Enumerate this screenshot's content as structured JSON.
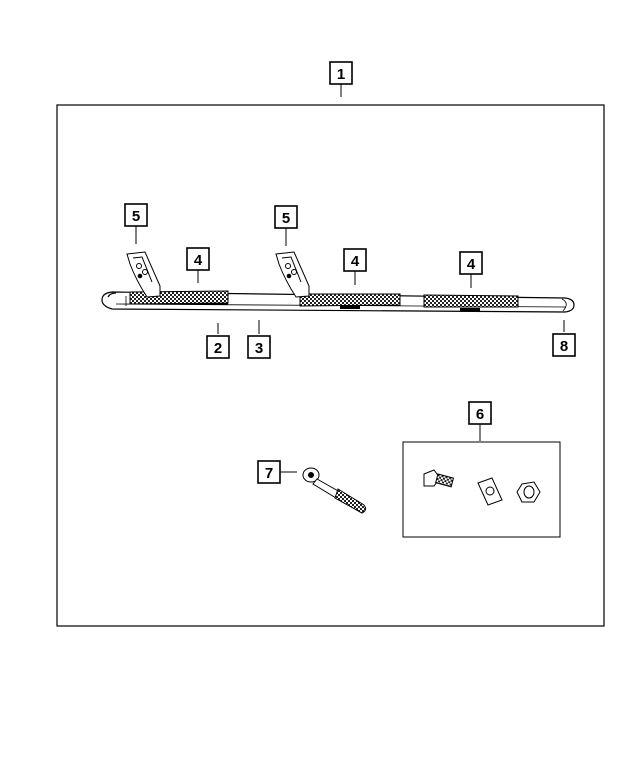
{
  "callouts": {
    "kit": "1",
    "end_cap_left": "2",
    "running_board": "3",
    "step_pad_1": "4",
    "step_pad_2": "4",
    "step_pad_3": "4",
    "bracket_1": "5",
    "bracket_2": "5",
    "hardware_kit": "6",
    "tool": "7",
    "end_cap_right": "8"
  },
  "colors": {
    "line": "#000000",
    "background": "#ffffff"
  }
}
